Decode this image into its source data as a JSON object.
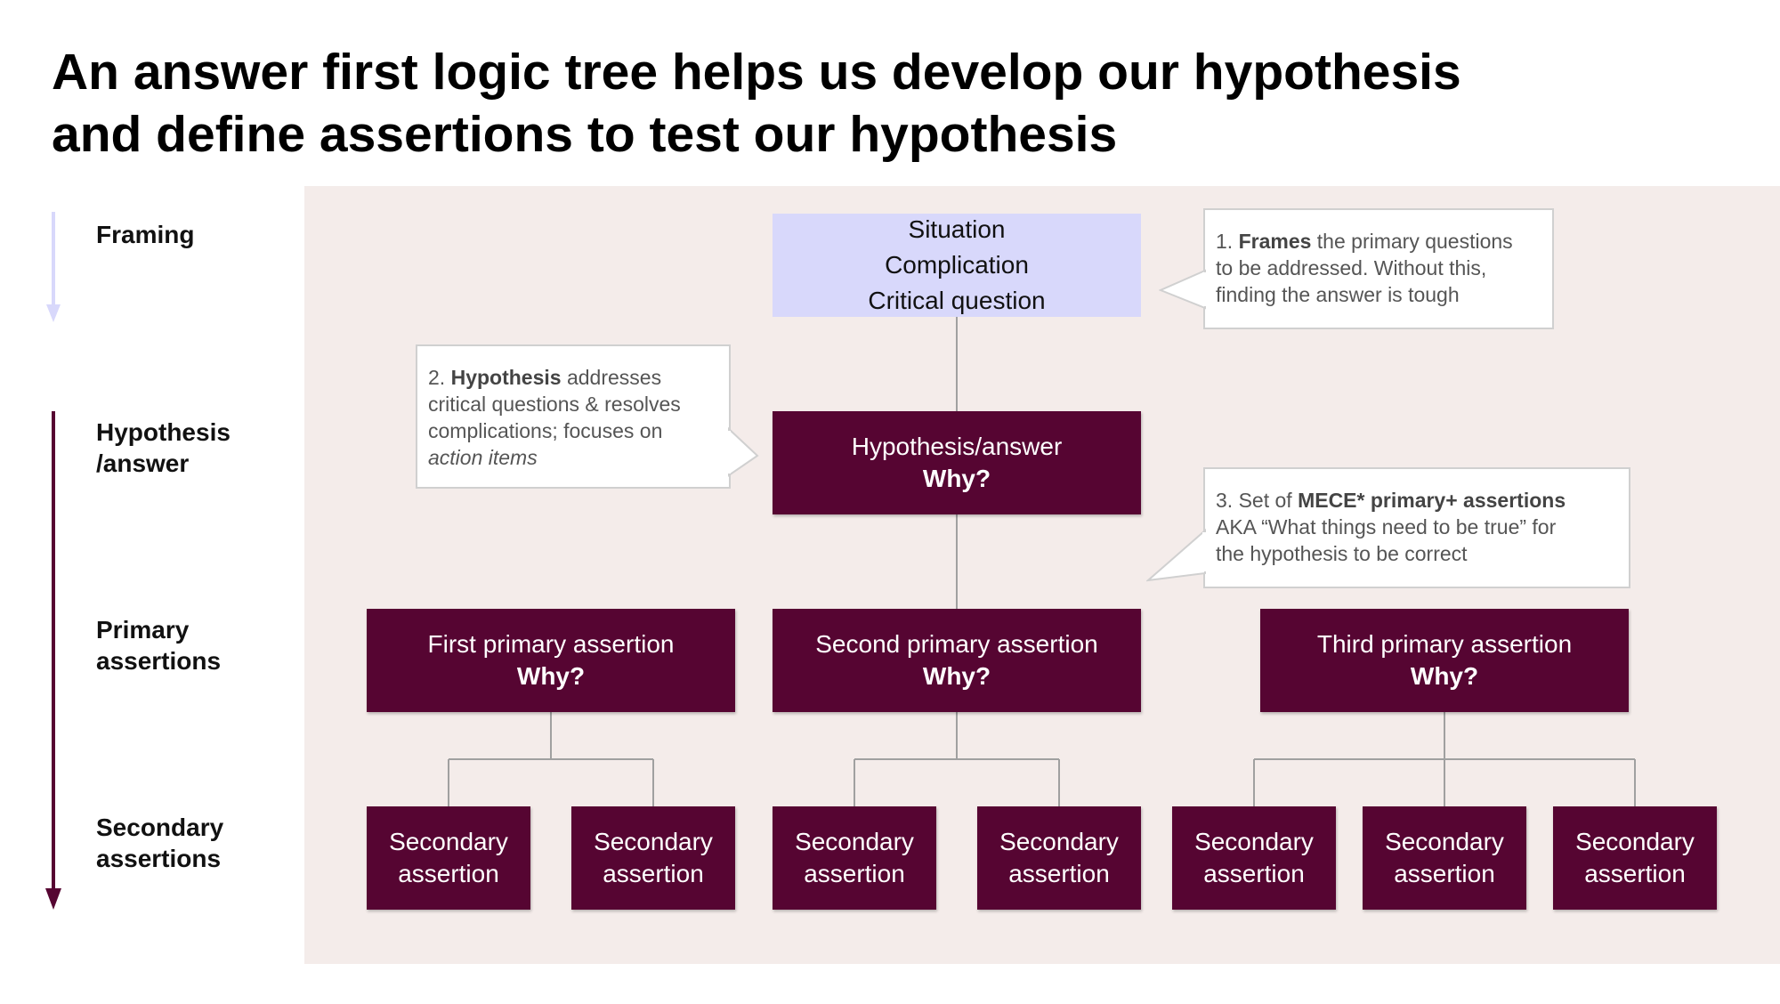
{
  "title": {
    "line1": "An answer first logic tree helps us develop our hypothesis",
    "line2": "and define assertions to test our hypothesis"
  },
  "rows": {
    "framing": "Framing",
    "hypothesis": [
      "Hypothesis",
      "/answer"
    ],
    "primary": [
      "Primary",
      "assertions"
    ],
    "secondary": [
      "Secondary",
      "assertions"
    ]
  },
  "frame_box": [
    "Situation",
    "Complication",
    "Critical question"
  ],
  "hypothesis_box": {
    "label": "Hypothesis/answer",
    "why": "Why?"
  },
  "primary_boxes": [
    {
      "label": "First primary assertion",
      "why": "Why?"
    },
    {
      "label": "Second primary assertion",
      "why": "Why?"
    },
    {
      "label": "Third primary assertion",
      "why": "Why?"
    }
  ],
  "secondary_box": [
    "Secondary",
    "assertion"
  ],
  "callouts": {
    "c1": {
      "num": "1. ",
      "bold": "Frames",
      "rest1": " the primary questions",
      "rest2": "to be addressed.  Without this,",
      "rest3": "finding the answer is tough"
    },
    "c2": {
      "num": "2. ",
      "bold": "Hypothesis",
      "rest1": " addresses",
      "rest2": "critical questions & resolves",
      "rest3": "complications; focuses on",
      "italic": "action items"
    },
    "c3": {
      "num": "3. Set of ",
      "bold": "MECE* primary+ assertions",
      "rest2": "AKA “What things need to be true” for",
      "rest3": "the hypothesis to be correct"
    }
  },
  "colors": {
    "box": "#560532",
    "frame": "#d8d8fb",
    "panel": "#f4ecea",
    "arrow_framing": "#d8d8fb",
    "arrow_main": "#560532",
    "connector": "#a0a0a0"
  }
}
